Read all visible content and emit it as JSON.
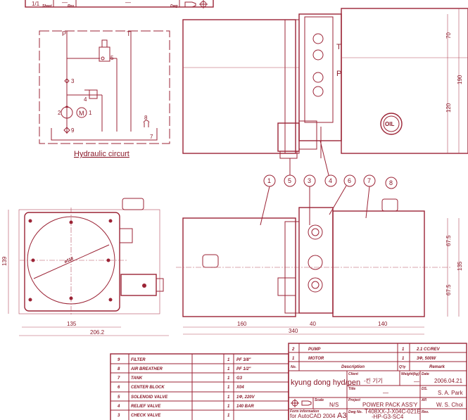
{
  "colors": {
    "ink": "#9b2335",
    "paper": "#ffffff"
  },
  "top_strip": {
    "sheet_value": "1/1",
    "sheet_label": "Sheet",
    "rev_value": "—",
    "rev_label": "Rev.",
    "dwg_value": "—",
    "dwg_label": "Dwg"
  },
  "circuit": {
    "title": "Hydraulic circurt",
    "port_p": "P",
    "port_t": "T",
    "labels": [
      "1",
      "2",
      "3",
      "4",
      "5",
      "7",
      "8",
      "9"
    ]
  },
  "top_view": {
    "port_t": "T",
    "port_p": "P",
    "oil_label": "OIL",
    "dims": [
      "70",
      "120",
      "190"
    ]
  },
  "balloons": [
    "1",
    "3",
    "4",
    "5",
    "6",
    "7",
    "8"
  ],
  "side_view": {
    "diameter_label": "ø114",
    "dims": {
      "height": "139",
      "inner_width": "135",
      "overall_width": "206.2"
    }
  },
  "front_view": {
    "dims": {
      "motor": "160",
      "overall": "340",
      "block": "40",
      "tank": "140",
      "upper": "67.5",
      "lower": "67.5",
      "height": "135"
    }
  },
  "parts_left": [
    {
      "no": "9",
      "desc": "FILTER",
      "qty": "1",
      "remark": "PF 3/8\""
    },
    {
      "no": "8",
      "desc": "AIR BREATHER",
      "qty": "1",
      "remark": "PF 1/2\""
    },
    {
      "no": "7",
      "desc": "TANK",
      "qty": "1",
      "remark": "G3"
    },
    {
      "no": "6",
      "desc": "CENTER BLOCK",
      "qty": "1",
      "remark": "X04"
    },
    {
      "no": "5",
      "desc": "SOLENOID VALVE",
      "qty": "1",
      "remark": "1Φ, 220V"
    },
    {
      "no": "4",
      "desc": "RELIEF VALVE",
      "qty": "1",
      "remark": "140 BAR"
    },
    {
      "no": "3",
      "desc": "CHECK VALVE",
      "qty": "1",
      "remark": ""
    }
  ],
  "parts_right": [
    {
      "no": "2",
      "desc": "PUMP",
      "qty": "1",
      "remark": "2.1 CC/REV"
    },
    {
      "no": "1",
      "desc": "MOTOR",
      "qty": "1",
      "remark": "3Φ, 500W"
    }
  ],
  "parts_header": {
    "no": "No.",
    "desc": "Description",
    "qty": "Q'ty",
    "remark": "Remark"
  },
  "title_block": {
    "company": "kyung dong hyd/pen",
    "client_label": "Client",
    "client_value": "-킨 기기",
    "weight_label": "Weight(kg)",
    "weight_value": "—",
    "date_label": "Date",
    "date_value": "2006.04.21",
    "title_label": "Title",
    "title_value": "—",
    "ds_label": "DS.",
    "ds_value": "S. A. Park",
    "scale_label": "Scale",
    "scale_value": "N/S",
    "project_label": "Project",
    "project_value": "POWER PACK ASS'Y",
    "ap_label": "AP.",
    "ap_value": "W. S. Choi",
    "form_label": "Form information",
    "form_value": "for AutoCAD 2004",
    "paper_size": "A3",
    "dwg_label": "Dwg No.",
    "dwg_value_1": "T408XX-J-X04C-021E",
    "dwg_value_2": "-HP-G3-SC4",
    "rev_label": "Rev."
  }
}
